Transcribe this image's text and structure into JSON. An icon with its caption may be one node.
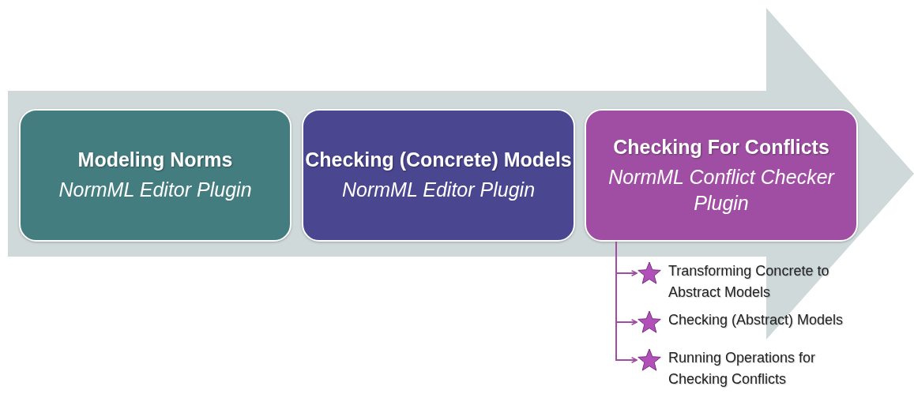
{
  "diagram": {
    "nodes": [
      {
        "text": [
          "Modeling Norms",
          "NormML Editor Plugin"
        ]
      },
      {
        "text": [
          "Checking (Concrete) Models",
          "NormML Editor Plugin"
        ]
      },
      {
        "text": [
          "Checking For Conflicts",
          "NormML Conflict Checker Plugin"
        ]
      },
      {
        "text": [
          "Transforming Concrete to Abstract Models"
        ]
      },
      {
        "text": [
          "Checking (Abstract) Models"
        ]
      },
      {
        "text": [
          "Running Operations for Checking Conflicts"
        ]
      }
    ],
    "edges": [
      {
        "from": 2,
        "to": 3,
        "arrow": "to",
        "color": "#a04ea3"
      },
      {
        "from": 2,
        "to": 4,
        "arrow": "to",
        "color": "#a04ea3"
      },
      {
        "from": 2,
        "to": 5,
        "arrow": "to",
        "color": "#a04ea3"
      }
    ]
  }
}
